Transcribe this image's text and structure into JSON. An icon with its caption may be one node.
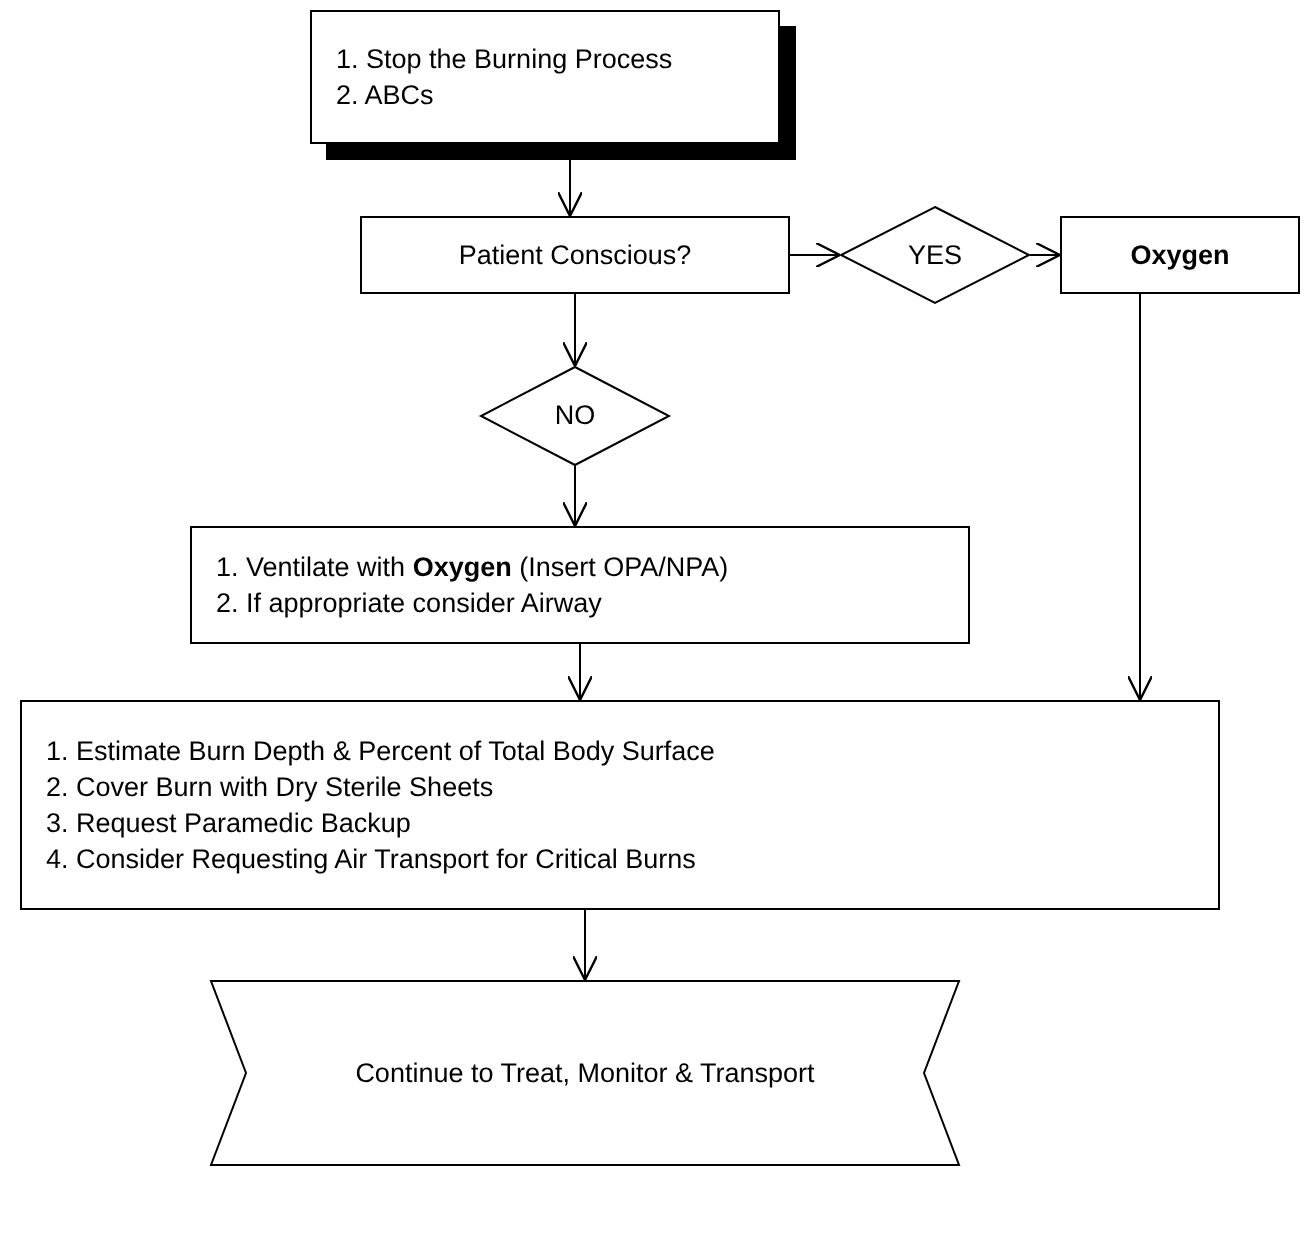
{
  "diagram": {
    "nodes": [
      {
        "text": [
          "1. Stop the Burning Process",
          "2. ABCs"
        ]
      },
      {
        "text": [
          "Patient Conscious?"
        ]
      },
      {
        "text": [
          "YES"
        ]
      },
      {
        "text": [
          "Oxygen"
        ]
      },
      {
        "text": [
          "NO"
        ]
      },
      {
        "text": [
          "1. Ventilate with **Oxygen** (Insert OPA/NPA)",
          "2. If appropriate consider Airway"
        ]
      },
      {
        "text": [
          "1. Estimate Burn Depth & Percent of Total Body Surface",
          "2. Cover Burn with Dry Sterile Sheets",
          "3. Request Paramedic Backup",
          "4. Consider Requesting Air Transport for Critical Burns"
        ]
      },
      {
        "text": [
          "Continue to Treat, Monitor & Transport"
        ]
      }
    ],
    "edges": [
      {
        "from": 0,
        "to": 1,
        "arrow": "to"
      },
      {
        "from": 1,
        "to": 2,
        "arrow": "to"
      },
      {
        "from": 2,
        "to": 3,
        "arrow": "to"
      },
      {
        "from": 1,
        "to": 4,
        "arrow": "to"
      },
      {
        "from": 4,
        "to": 5,
        "arrow": "to"
      },
      {
        "from": 5,
        "to": 6,
        "arrow": "to"
      },
      {
        "from": 3,
        "to": 6,
        "arrow": "to"
      },
      {
        "from": 6,
        "to": 7,
        "arrow": "to"
      }
    ]
  }
}
